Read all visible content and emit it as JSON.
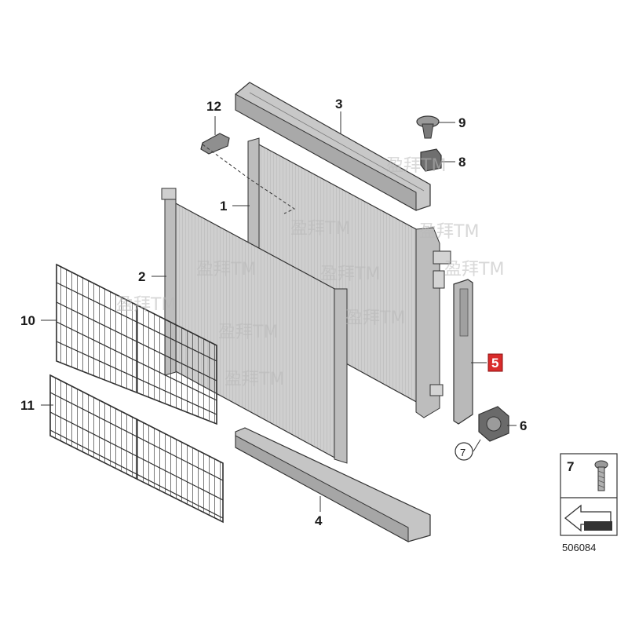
{
  "callouts": {
    "c1": "1",
    "c2": "2",
    "c3": "3",
    "c4": "4",
    "c5": "5",
    "c6": "6",
    "c7": "7",
    "c8": "8",
    "c9": "9",
    "c10": "10",
    "c11": "11",
    "c12": "12"
  },
  "highlighted_part": "5",
  "legend": {
    "part_number": "7"
  },
  "reference_code": "506084",
  "watermark": "盈拜TM",
  "colors": {
    "highlight": "#d92b2b",
    "part_fill": "#c9c9c9",
    "outline": "#333333"
  }
}
